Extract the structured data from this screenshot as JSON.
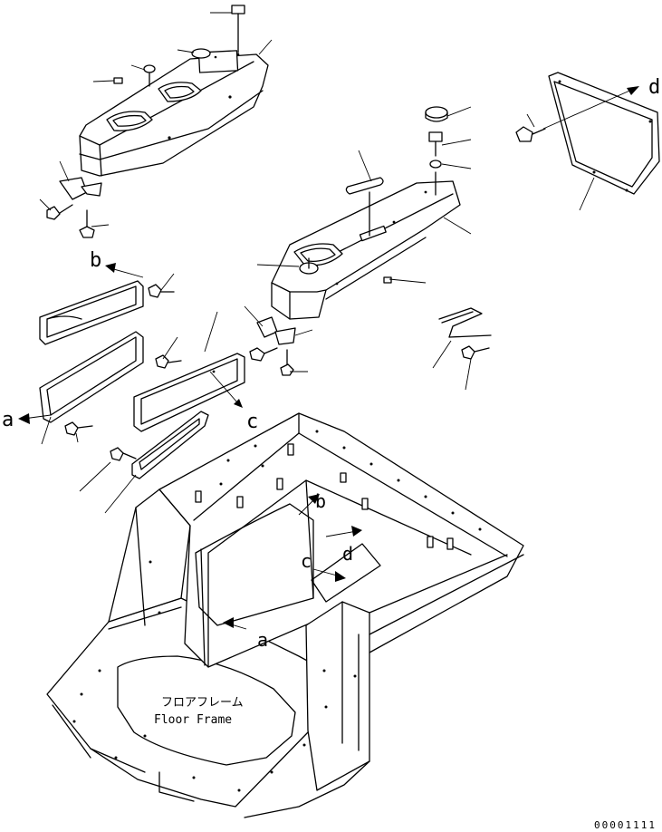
{
  "labels": {
    "floor_frame_jp": "フロアフレーム",
    "floor_frame_en": "Floor Frame",
    "ref_a": "a",
    "ref_b": "b",
    "ref_c": "c",
    "ref_d": "d"
  },
  "drawing_number": "00001111"
}
